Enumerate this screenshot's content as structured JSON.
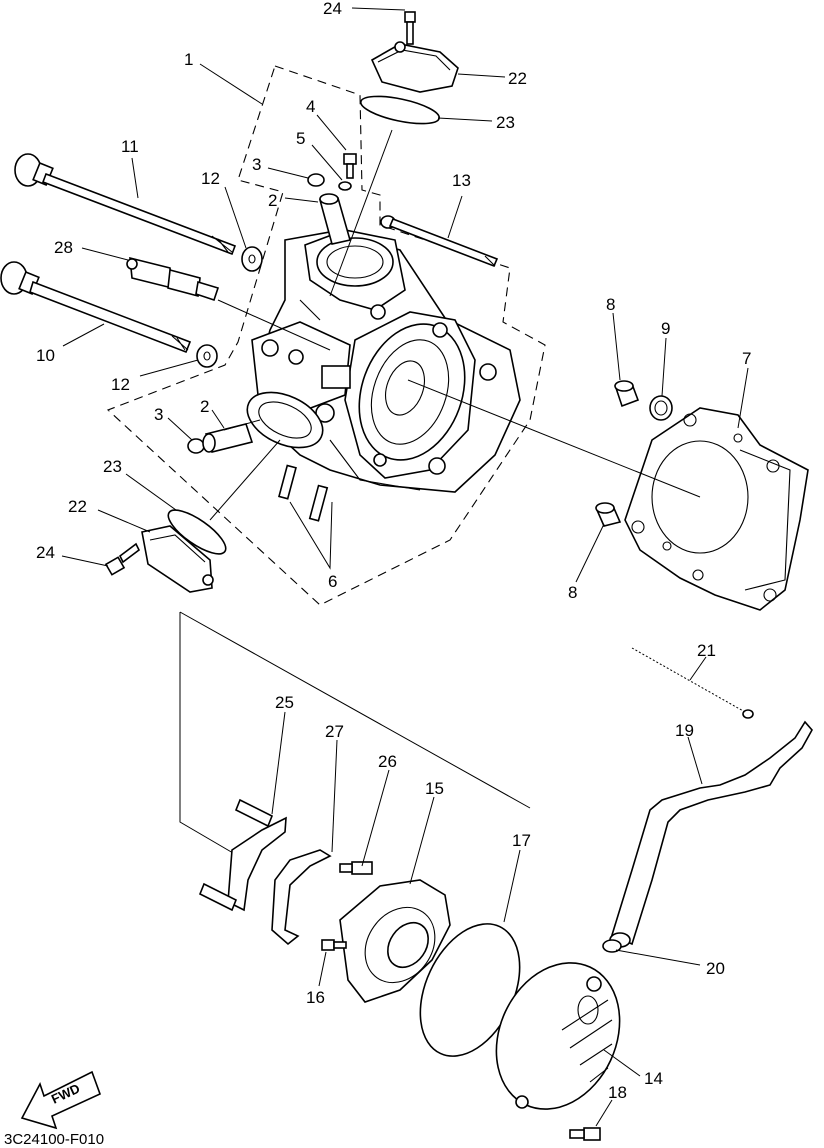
{
  "diagram_code": "3C24100-F010",
  "fwd_label": "FWD",
  "callouts": [
    {
      "id": "c24a",
      "text": "24"
    },
    {
      "id": "c22a",
      "text": "22"
    },
    {
      "id": "c23a",
      "text": "23"
    },
    {
      "id": "c1",
      "text": "1"
    },
    {
      "id": "c4",
      "text": "4"
    },
    {
      "id": "c5",
      "text": "5"
    },
    {
      "id": "c3a",
      "text": "3"
    },
    {
      "id": "c2a",
      "text": "2"
    },
    {
      "id": "c11",
      "text": "11"
    },
    {
      "id": "c12a",
      "text": "12"
    },
    {
      "id": "c13",
      "text": "13"
    },
    {
      "id": "c28",
      "text": "28"
    },
    {
      "id": "c10",
      "text": "10"
    },
    {
      "id": "c12b",
      "text": "12"
    },
    {
      "id": "c3b",
      "text": "3"
    },
    {
      "id": "c2b",
      "text": "2"
    },
    {
      "id": "c8a",
      "text": "8"
    },
    {
      "id": "c9",
      "text": "9"
    },
    {
      "id": "c7",
      "text": "7"
    },
    {
      "id": "c23b",
      "text": "23"
    },
    {
      "id": "c22b",
      "text": "22"
    },
    {
      "id": "c24b",
      "text": "24"
    },
    {
      "id": "c6",
      "text": "6"
    },
    {
      "id": "c8b",
      "text": "8"
    },
    {
      "id": "c21",
      "text": "21"
    },
    {
      "id": "c19",
      "text": "19"
    },
    {
      "id": "c25",
      "text": "25"
    },
    {
      "id": "c27",
      "text": "27"
    },
    {
      "id": "c26",
      "text": "26"
    },
    {
      "id": "c15",
      "text": "15"
    },
    {
      "id": "c17",
      "text": "17"
    },
    {
      "id": "c20",
      "text": "20"
    },
    {
      "id": "c16",
      "text": "16"
    },
    {
      "id": "c14",
      "text": "14"
    },
    {
      "id": "c18",
      "text": "18"
    }
  ]
}
